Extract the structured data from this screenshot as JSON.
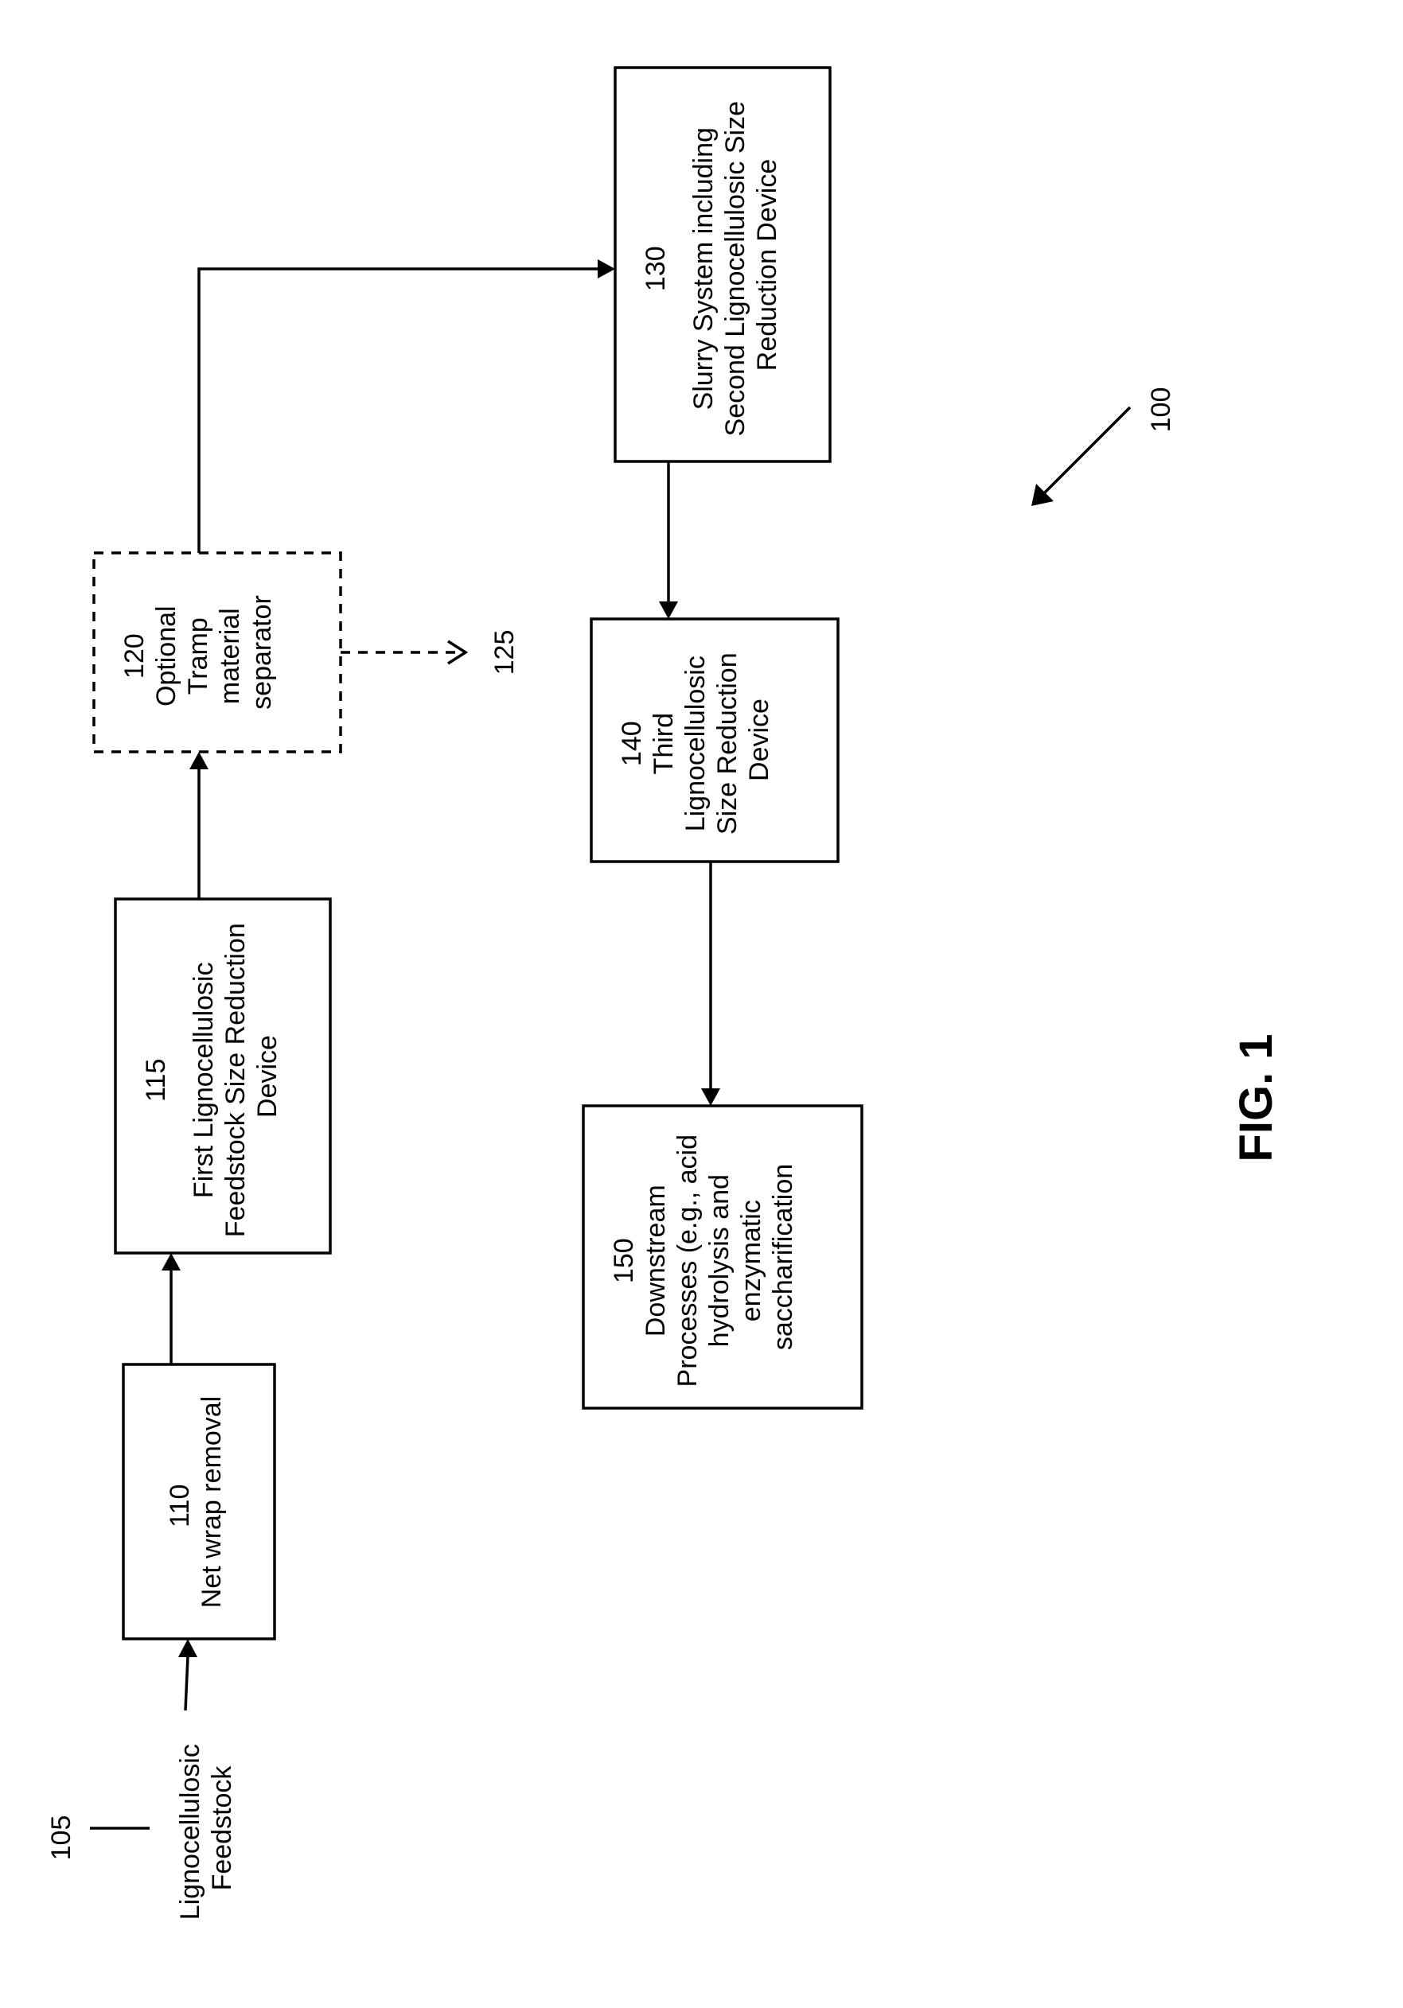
{
  "figure_label": "FIG. 1",
  "system_ref": "100",
  "feedstock": {
    "ref": "105",
    "lines": [
      "Lignocellulosic",
      "Feedstock"
    ]
  },
  "boxes": {
    "b110": [
      "110",
      "Net wrap removal"
    ],
    "b115": [
      "115",
      "First Lignocellulosic",
      "Feedstock Size Reduction",
      "Device"
    ],
    "b120": [
      "120",
      "Optional",
      "Tramp",
      "material",
      "separator"
    ],
    "b130": [
      "130",
      "Slurry System including",
      "Second Lignocellulosic Size",
      "Reduction Device"
    ],
    "b140": [
      "140",
      "Third",
      "Lignocellulosic",
      "Size Reduction",
      "Device"
    ],
    "b150": [
      "150",
      "Downstream",
      "Processes (e.g., acid",
      "hydrolysis and",
      "enzymatic",
      "saccharification"
    ]
  },
  "tramp_output_ref": "125"
}
